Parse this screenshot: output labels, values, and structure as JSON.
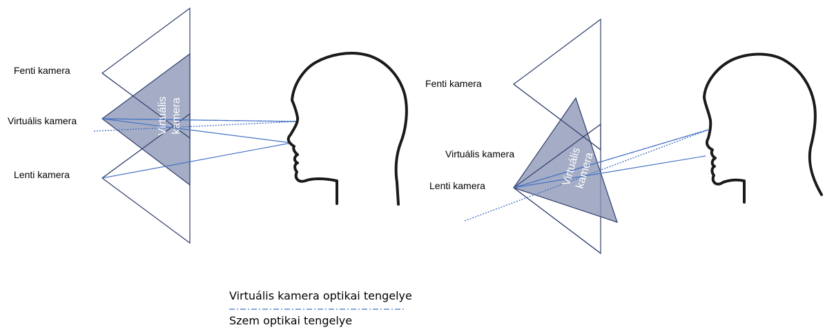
{
  "left_panel": {
    "upper_camera_label": "Fenti kamera",
    "virtual_camera_label": "Virtuális kamera",
    "lower_camera_label": "Lenti kamera",
    "virtual_camera_inner_line1": "Virtuális",
    "virtual_camera_inner_line2": "kamera"
  },
  "right_panel": {
    "upper_camera_label": "Fenti kamera",
    "virtual_camera_label": "Virtuális kamera",
    "lower_camera_label": "Lenti kamera",
    "virtual_camera_inner_line1": "Virtuális",
    "virtual_camera_inner_line2": "kamera"
  },
  "legend": {
    "virtual_axis_label": "Virtuális kamera optikai tengelye",
    "eye_axis_label": "Szem optikai tengelye"
  },
  "colors": {
    "frustum_outline": "#2f3d6b",
    "virtual_fill": "#8b96b5",
    "axis_line": "#4472c4",
    "head_outline": "#1a1a1a"
  }
}
